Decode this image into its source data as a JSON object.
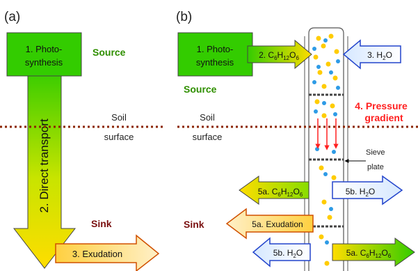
{
  "panels": {
    "a": {
      "label": "(a)"
    },
    "b": {
      "label": "(b)"
    }
  },
  "panel_a": {
    "source_box": [
      "1. Photo-",
      "synthesis"
    ],
    "source_label": "Source",
    "transport_label": "2. Direct transport",
    "soil_label": [
      "Soil",
      "surface"
    ],
    "sink_label": "Sink",
    "exudation_label": "3. Exudation"
  },
  "panel_b": {
    "source_box": [
      "1. Photo-",
      "synthesis"
    ],
    "source_label": "Source",
    "glucose_in": {
      "prefix": "2. C",
      "sub1": "6",
      "h": "H",
      "sub2": "12",
      "o": "O",
      "sub3": "6"
    },
    "water_in": {
      "prefix": "3. H",
      "sub": "2",
      "suffix": "O"
    },
    "pressure_label": [
      "4. Pressure",
      "gradient"
    ],
    "soil_label": [
      "Soil",
      "surface"
    ],
    "sieve_label": [
      "Sieve",
      "plate"
    ],
    "sink_label": "Sink",
    "glucose_out_top": {
      "prefix": "5a. C",
      "sub1": "6",
      "h": "H",
      "sub2": "12",
      "o": "O",
      "sub3": "6"
    },
    "water_out_top": {
      "prefix": "5b. H",
      "sub": "2",
      "suffix": "O"
    },
    "exudation_label": "5a. Exudation",
    "water_out_bottom": {
      "prefix": "5b. H",
      "sub": "2",
      "suffix": "O"
    },
    "glucose_out_bottom": {
      "prefix": "5a. C",
      "sub1": "6",
      "h": "H",
      "sub2": "12",
      "o": "O",
      "sub3": "6"
    }
  },
  "colors": {
    "green": "#33cc00",
    "yellow": "#ffdd00",
    "pale_orange": "#ffeebb",
    "pale_blue": "#e8f2ff",
    "source_text": "#2f8f00",
    "sink_text": "#7a1010",
    "pressure": "#ff2020",
    "soil_line": "#8b2500"
  }
}
